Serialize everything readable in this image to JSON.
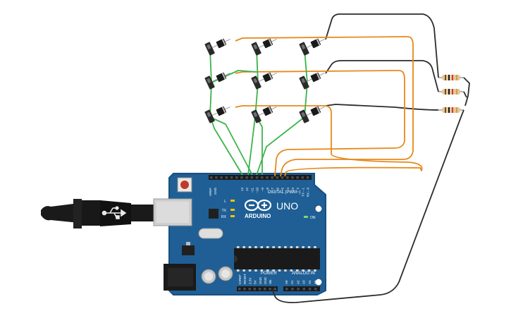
{
  "board": {
    "brand": "ARDUINO",
    "model": "UNO",
    "digital_label": "DIGITAL (PWM~)",
    "power_label": "POWER",
    "analog_label": "ANALOG IN",
    "on_label": "ON",
    "led_l_label": "L",
    "led_tx_label": "TX",
    "led_rx_label": "RX",
    "aref_label": "AREF",
    "gnd_label": "GND",
    "digital_pins": [
      "13",
      "12",
      "~11",
      "~10",
      "~9",
      "8",
      "7",
      "~6",
      "~5",
      "4",
      "~3",
      "2",
      "TX→1",
      "RX←0"
    ],
    "power_pins": [
      "IOREF",
      "RESET",
      "3.3V",
      "5V",
      "GND",
      "GND",
      "Vin"
    ],
    "analog_pins": [
      "A0",
      "A1",
      "A2",
      "A3",
      "A4",
      "A5"
    ]
  },
  "wire_colors": {
    "column_wires": "#3cb44b",
    "row_wires": "#e8891a",
    "ground_wires": "#2b2b2b"
  },
  "colors": {
    "board_blue": "#1f5f95",
    "board_edge": "#17507f",
    "usb_gray": "#cfcfcf",
    "reset_red": "#c0392b"
  }
}
